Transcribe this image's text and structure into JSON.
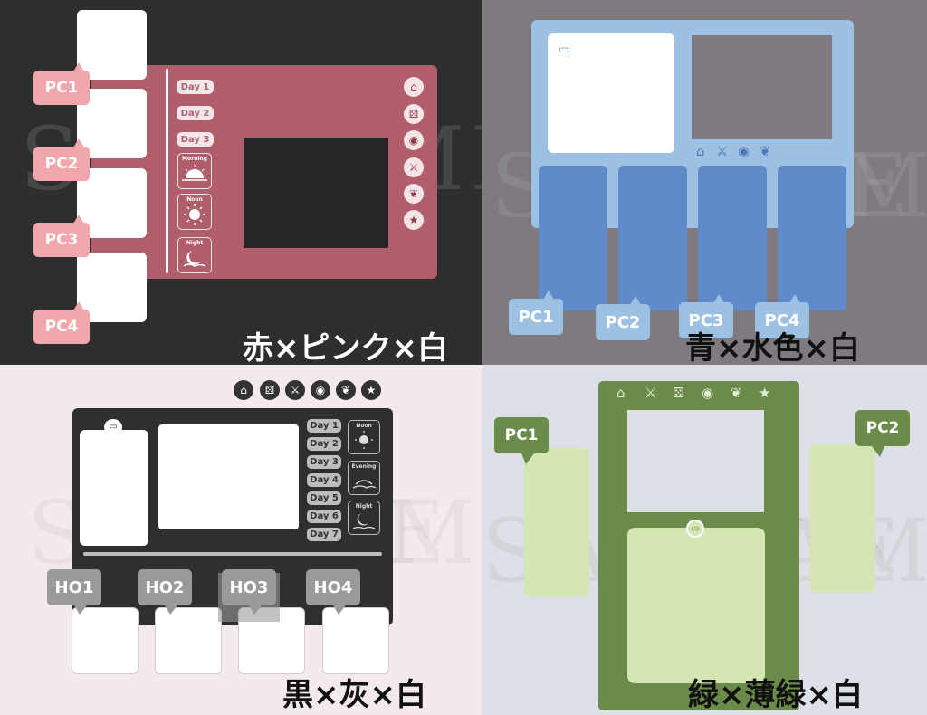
{
  "watermark": "SAMPLE",
  "panels": {
    "red": {
      "caption": "赤×ピンク×白",
      "pc_tags": [
        "PC1",
        "PC2",
        "PC3",
        "PC4"
      ],
      "days": [
        "Day 1",
        "Day 2",
        "Day 3"
      ],
      "times": [
        "Morning",
        "Noon",
        "Night"
      ],
      "icons": [
        "house-icon",
        "dice-icon",
        "eye-icon",
        "sword-icon",
        "leaf-icon",
        "star-icon"
      ],
      "colors": {
        "bg": "#2e2e2e",
        "board": "#b05e6c",
        "tag": "#f0a6aa"
      }
    },
    "blue": {
      "caption": "青×水色×白",
      "pc_tags": [
        "PC1",
        "PC2",
        "PC3",
        "PC4"
      ],
      "icons": [
        "house-icon",
        "sword-icon",
        "eye-icon",
        "leaf-icon"
      ],
      "colors": {
        "bg": "#7e7a80",
        "board": "#9dc1e2",
        "card": "#5f8bcb"
      }
    },
    "black": {
      "caption": "黒×灰×白",
      "ho_tags": [
        "HO1",
        "HO2",
        "HO3",
        "HO4"
      ],
      "days": [
        "Day 1",
        "Day 2",
        "Day 3",
        "Day 4",
        "Day 5",
        "Day 6",
        "Day 7"
      ],
      "times": [
        "Noon",
        "Evening",
        "Night"
      ],
      "icons": [
        "house-icon",
        "dice-icon",
        "sword-icon",
        "eye-icon",
        "leaf-icon",
        "star-icon"
      ],
      "colors": {
        "bg": "#f4eaec",
        "board": "#2f2f2f",
        "tag": "#9a9a9a"
      }
    },
    "green": {
      "caption": "緑×薄緑×白",
      "pc_tags": [
        "PC1",
        "PC2"
      ],
      "icons": [
        "house-icon",
        "sword-icon",
        "dice-icon",
        "eye-icon",
        "leaf-icon",
        "star-icon"
      ],
      "colors": {
        "bg": "#dde0e6",
        "board": "#6a8b4a",
        "card": "#d4e6b4"
      }
    }
  }
}
